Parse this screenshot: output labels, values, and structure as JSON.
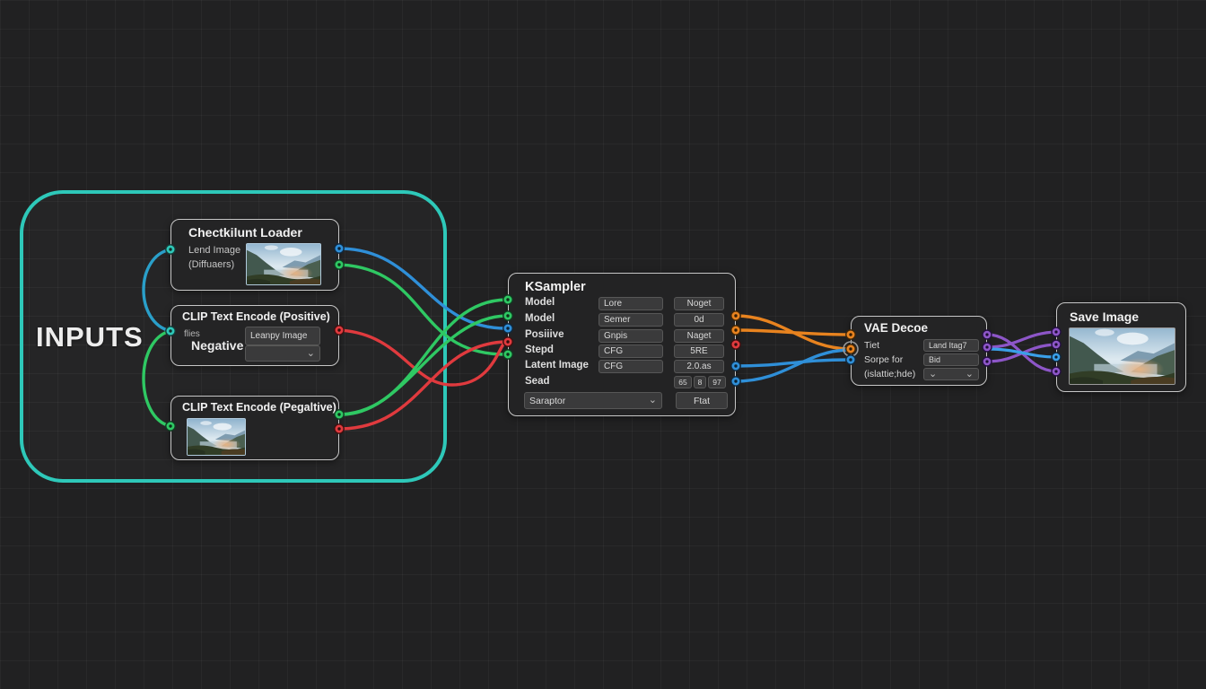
{
  "palette": {
    "teal": "#2ec8b9",
    "blue": "#2f8fd8",
    "green": "#2fc863",
    "red": "#e03a3e",
    "orange": "#e8831f",
    "purple": "#8d56c8",
    "blue_light": "#3aa0e8",
    "wire_blue_internal": "#2a9fc9",
    "group_border": "#2ec8b9"
  },
  "icons": {
    "chevron_down": "⌄"
  },
  "group": {
    "label": "INPUTS"
  },
  "nodes": {
    "checkpoint_loader": {
      "title": "Chectkilunt Loader",
      "line1": "Lend Image",
      "line2": "(Diffuaers)"
    },
    "clip_positive": {
      "title": "CLIP Text Encode (Positive)",
      "label_small": "flies",
      "label_large": "Negative",
      "prompt_value": "Leanpy Image"
    },
    "clip_negative": {
      "title": "CLIP Text Encode (Pegaltive)"
    },
    "ksampler": {
      "title": "KSampler",
      "rows": [
        {
          "label": "Model",
          "value": "Lore",
          "value2": "Noget"
        },
        {
          "label": "Model",
          "value": "Semer",
          "value2": "0d"
        },
        {
          "label": "Posiiive",
          "value": "Gnpis",
          "value2": "Naget"
        },
        {
          "label": "Stepd",
          "value": "CFG",
          "value2": "5RE"
        },
        {
          "label": "Latent Image",
          "value": "CFG",
          "value2": "2.0.as"
        }
      ],
      "seed_label": "Sead",
      "seed_buttons": [
        "65",
        "8",
        "97"
      ],
      "sampler_dropdown": "Saraptor",
      "action_button": "Ftat"
    },
    "vae_decode": {
      "title": "VAE Decoe",
      "rows": [
        {
          "label": "Tiet",
          "value": "Land Itag7"
        },
        {
          "label": "Sorpe for",
          "value": "Bid"
        },
        {
          "label": "(islattie;hde)",
          "value": ""
        }
      ]
    },
    "save_image": {
      "title": "Save Image"
    }
  }
}
